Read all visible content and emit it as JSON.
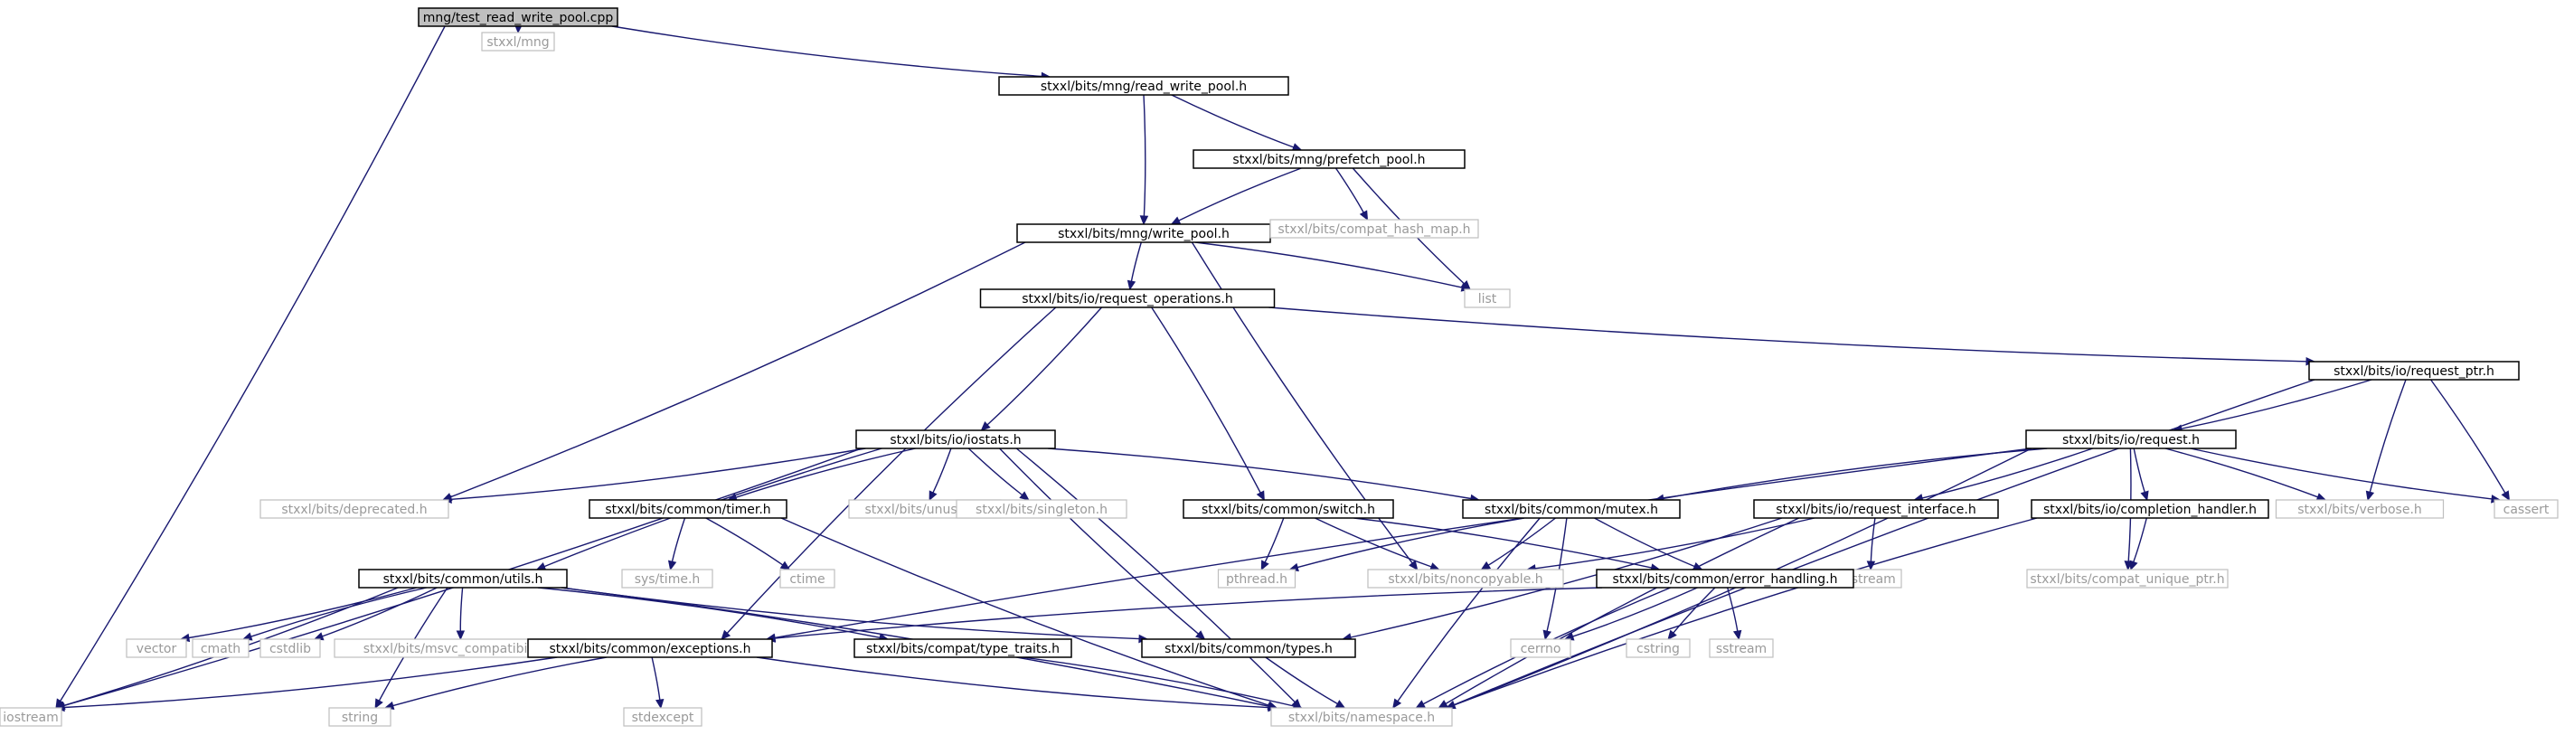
{
  "title": "",
  "edge_color": "#191970",
  "nodes": [
    {
      "id": "root",
      "label": "mng/test_read_write_pool.cpp",
      "kind": "root"
    },
    {
      "id": "mng",
      "label": "stxxl/mng",
      "kind": "external"
    },
    {
      "id": "rwpool",
      "label": "stxxl/bits/mng/read_write_pool.h",
      "kind": "internal"
    },
    {
      "id": "prefetch",
      "label": "stxxl/bits/mng/prefetch_pool.h",
      "kind": "internal"
    },
    {
      "id": "writepool",
      "label": "stxxl/bits/mng/write_pool.h",
      "kind": "internal"
    },
    {
      "id": "hashmap",
      "label": "stxxl/bits/compat_hash_map.h",
      "kind": "external"
    },
    {
      "id": "list",
      "label": "list",
      "kind": "external"
    },
    {
      "id": "reqops",
      "label": "stxxl/bits/io/request_operations.h",
      "kind": "internal"
    },
    {
      "id": "reqptr",
      "label": "stxxl/bits/io/request_ptr.h",
      "kind": "internal"
    },
    {
      "id": "iostats",
      "label": "stxxl/bits/io/iostats.h",
      "kind": "internal"
    },
    {
      "id": "request",
      "label": "stxxl/bits/io/request.h",
      "kind": "internal"
    },
    {
      "id": "deprecated",
      "label": "stxxl/bits/deprecated.h",
      "kind": "external"
    },
    {
      "id": "timer",
      "label": "stxxl/bits/common/timer.h",
      "kind": "internal"
    },
    {
      "id": "unused",
      "label": "stxxl/bits/unused.h",
      "kind": "external"
    },
    {
      "id": "singleton",
      "label": "stxxl/bits/singleton.h",
      "kind": "external"
    },
    {
      "id": "switch",
      "label": "stxxl/bits/common/switch.h",
      "kind": "internal"
    },
    {
      "id": "mutex",
      "label": "stxxl/bits/common/mutex.h",
      "kind": "internal"
    },
    {
      "id": "reqiface",
      "label": "stxxl/bits/io/request_interface.h",
      "kind": "internal"
    },
    {
      "id": "complhandler",
      "label": "stxxl/bits/io/completion_handler.h",
      "kind": "internal"
    },
    {
      "id": "verbose",
      "label": "stxxl/bits/verbose.h",
      "kind": "external"
    },
    {
      "id": "cassert",
      "label": "cassert",
      "kind": "external"
    },
    {
      "id": "systime",
      "label": "sys/time.h",
      "kind": "external"
    },
    {
      "id": "ctime",
      "label": "ctime",
      "kind": "external"
    },
    {
      "id": "pthread",
      "label": "pthread.h",
      "kind": "external"
    },
    {
      "id": "noncopyable",
      "label": "stxxl/bits/noncopyable.h",
      "kind": "external"
    },
    {
      "id": "ostream",
      "label": "ostream",
      "kind": "external"
    },
    {
      "id": "uniqueptr",
      "label": "stxxl/bits/compat_unique_ptr.h",
      "kind": "external"
    },
    {
      "id": "utils",
      "label": "stxxl/bits/common/utils.h",
      "kind": "internal"
    },
    {
      "id": "errhandling",
      "label": "stxxl/bits/common/error_handling.h",
      "kind": "internal"
    },
    {
      "id": "vector",
      "label": "vector",
      "kind": "external"
    },
    {
      "id": "cmath",
      "label": "cmath",
      "kind": "external"
    },
    {
      "id": "cstdlib",
      "label": "cstdlib",
      "kind": "external"
    },
    {
      "id": "msvc",
      "label": "stxxl/bits/msvc_compatibility.h",
      "kind": "external"
    },
    {
      "id": "cerrno",
      "label": "cerrno",
      "kind": "external"
    },
    {
      "id": "cstring",
      "label": "cstring",
      "kind": "external"
    },
    {
      "id": "sstream",
      "label": "sstream",
      "kind": "external"
    },
    {
      "id": "exceptions",
      "label": "stxxl/bits/common/exceptions.h",
      "kind": "internal"
    },
    {
      "id": "typetraits",
      "label": "stxxl/bits/compat/type_traits.h",
      "kind": "internal"
    },
    {
      "id": "types",
      "label": "stxxl/bits/common/types.h",
      "kind": "internal"
    },
    {
      "id": "iostream",
      "label": "iostream",
      "kind": "external"
    },
    {
      "id": "string",
      "label": "string",
      "kind": "external"
    },
    {
      "id": "stdexcept",
      "label": "stdexcept",
      "kind": "external"
    },
    {
      "id": "namespace",
      "label": "stxxl/bits/namespace.h",
      "kind": "external"
    }
  ],
  "edges": [
    [
      "root",
      "mng"
    ],
    [
      "root",
      "rwpool"
    ],
    [
      "root",
      "iostream"
    ],
    [
      "rwpool",
      "prefetch"
    ],
    [
      "rwpool",
      "writepool"
    ],
    [
      "prefetch",
      "writepool"
    ],
    [
      "prefetch",
      "hashmap"
    ],
    [
      "prefetch",
      "list"
    ],
    [
      "writepool",
      "list"
    ],
    [
      "writepool",
      "reqops"
    ],
    [
      "writepool",
      "deprecated"
    ],
    [
      "writepool",
      "noncopyable"
    ],
    [
      "reqops",
      "iostats"
    ],
    [
      "reqops",
      "reqptr"
    ],
    [
      "reqops",
      "switch"
    ],
    [
      "reqops",
      "exceptions"
    ],
    [
      "reqptr",
      "request"
    ],
    [
      "reqptr",
      "verbose"
    ],
    [
      "reqptr",
      "cassert"
    ],
    [
      "reqptr",
      "namespace"
    ],
    [
      "iostats",
      "deprecated"
    ],
    [
      "iostats",
      "timer"
    ],
    [
      "iostats",
      "unused"
    ],
    [
      "iostats",
      "singleton"
    ],
    [
      "iostats",
      "mutex"
    ],
    [
      "iostats",
      "utils"
    ],
    [
      "iostats",
      "iostream"
    ],
    [
      "iostats",
      "types"
    ],
    [
      "iostats",
      "namespace"
    ],
    [
      "request",
      "mutex"
    ],
    [
      "request",
      "reqiface"
    ],
    [
      "request",
      "complhandler"
    ],
    [
      "request",
      "verbose"
    ],
    [
      "request",
      "cassert"
    ],
    [
      "request",
      "uniqueptr"
    ],
    [
      "request",
      "exceptions"
    ],
    [
      "request",
      "namespace"
    ],
    [
      "timer",
      "systime"
    ],
    [
      "timer",
      "ctime"
    ],
    [
      "timer",
      "namespace"
    ],
    [
      "switch",
      "pthread"
    ],
    [
      "switch",
      "noncopyable"
    ],
    [
      "switch",
      "errhandling"
    ],
    [
      "mutex",
      "pthread"
    ],
    [
      "mutex",
      "noncopyable"
    ],
    [
      "mutex",
      "errhandling"
    ],
    [
      "mutex",
      "cerrno"
    ],
    [
      "mutex",
      "namespace"
    ],
    [
      "reqiface",
      "noncopyable"
    ],
    [
      "reqiface",
      "ostream"
    ],
    [
      "reqiface",
      "types"
    ],
    [
      "reqiface",
      "namespace"
    ],
    [
      "complhandler",
      "uniqueptr"
    ],
    [
      "complhandler",
      "namespace"
    ],
    [
      "utils",
      "vector"
    ],
    [
      "utils",
      "cmath"
    ],
    [
      "utils",
      "cstdlib"
    ],
    [
      "utils",
      "msvc"
    ],
    [
      "utils",
      "iostream"
    ],
    [
      "utils",
      "string"
    ],
    [
      "utils",
      "typetraits"
    ],
    [
      "utils",
      "types"
    ],
    [
      "utils",
      "namespace"
    ],
    [
      "errhandling",
      "exceptions"
    ],
    [
      "errhandling",
      "cerrno"
    ],
    [
      "errhandling",
      "cstring"
    ],
    [
      "errhandling",
      "sstream"
    ],
    [
      "errhandling",
      "namespace"
    ],
    [
      "exceptions",
      "iostream"
    ],
    [
      "exceptions",
      "string"
    ],
    [
      "exceptions",
      "stdexcept"
    ],
    [
      "exceptions",
      "namespace"
    ],
    [
      "typetraits",
      "namespace"
    ],
    [
      "types",
      "namespace"
    ]
  ]
}
